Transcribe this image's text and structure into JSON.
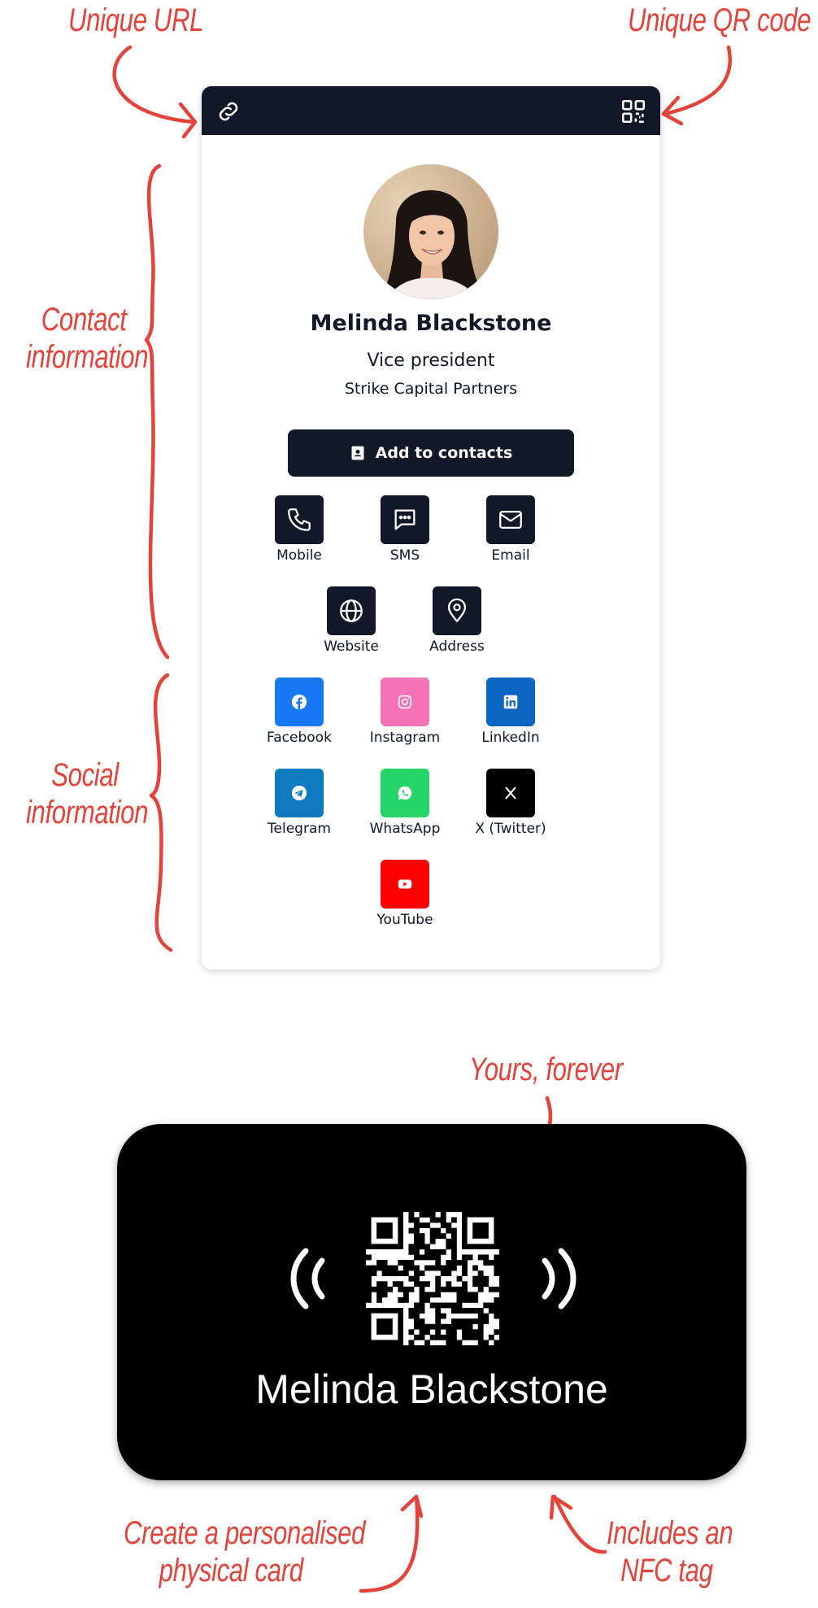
{
  "annotations": {
    "unique_url": "Unique URL",
    "unique_qr": "Unique QR code",
    "contact_information": [
      "Contact",
      "information"
    ],
    "social_information": [
      "Social",
      "information"
    ],
    "yours_forever": "Yours, forever",
    "create_card": [
      "Create a personalised",
      "physical card"
    ],
    "nfc_tag": [
      "Includes an",
      "NFC tag"
    ]
  },
  "card": {
    "bar_icons": [
      "link-icon",
      "qr-code-icon"
    ],
    "name": "Melinda Blackstone",
    "role": "Vice president",
    "company": "Strike Capital Partners",
    "add_button": "Add to contacts",
    "actions": [
      {
        "label": "Mobile",
        "icon": "phone-icon"
      },
      {
        "label": "SMS",
        "icon": "message-icon"
      },
      {
        "label": "Email",
        "icon": "mail-icon"
      },
      {
        "label": "Website",
        "icon": "globe-icon"
      },
      {
        "label": "Address",
        "icon": "map-pin-icon"
      }
    ],
    "socials": [
      {
        "label": "Facebook",
        "icon": "facebook-icon",
        "color": "#1877f2"
      },
      {
        "label": "Instagram",
        "icon": "instagram-icon",
        "color": "#f472b6"
      },
      {
        "label": "LinkedIn",
        "icon": "linkedin-icon",
        "color": "#0a66c2"
      },
      {
        "label": "Telegram",
        "icon": "telegram-icon",
        "color": "#0f7bbf"
      },
      {
        "label": "WhatsApp",
        "icon": "whatsapp-icon",
        "color": "#25d366"
      },
      {
        "label": "X (Twitter)",
        "icon": "x-icon",
        "color": "#000000"
      },
      {
        "label": "YouTube",
        "icon": "youtube-icon",
        "color": "#ff0000"
      }
    ]
  },
  "physical_card": {
    "name": "Melinda Blackstone"
  },
  "colors": {
    "annotation": "#e2433a",
    "dark": "#111827",
    "card_black": "#000000"
  }
}
